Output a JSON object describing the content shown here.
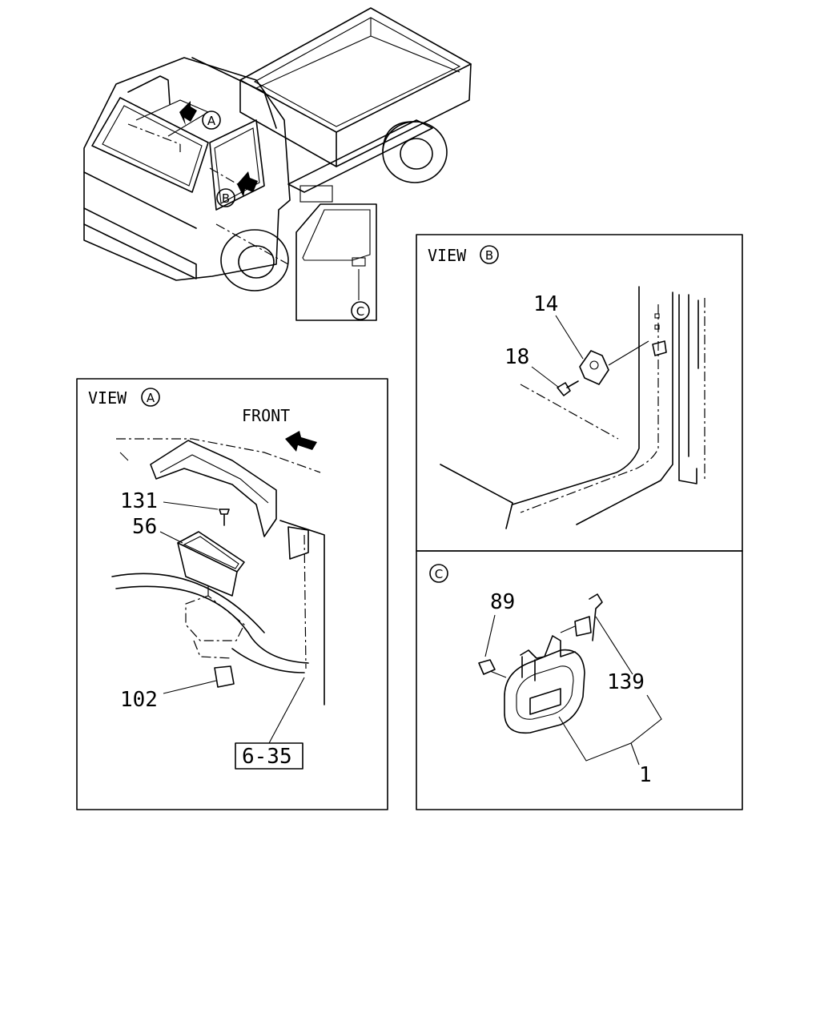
{
  "callouts": {
    "A": "A",
    "B": "B",
    "C": "C"
  },
  "view_a": {
    "title": "VIEW",
    "marker": "A",
    "front_label": "FRONT",
    "parts": {
      "p131": "131",
      "p56": "56",
      "p102": "102"
    },
    "reference": "6-35"
  },
  "view_b": {
    "title": "VIEW",
    "marker": "B",
    "parts": {
      "p14": "14",
      "p18": "18"
    }
  },
  "view_c": {
    "marker": "C",
    "parts": {
      "p89": "89",
      "p139": "139",
      "p1": "1"
    }
  },
  "icons": [
    "arrow-a-icon",
    "arrow-b-icon",
    "front-arrow-icon"
  ]
}
